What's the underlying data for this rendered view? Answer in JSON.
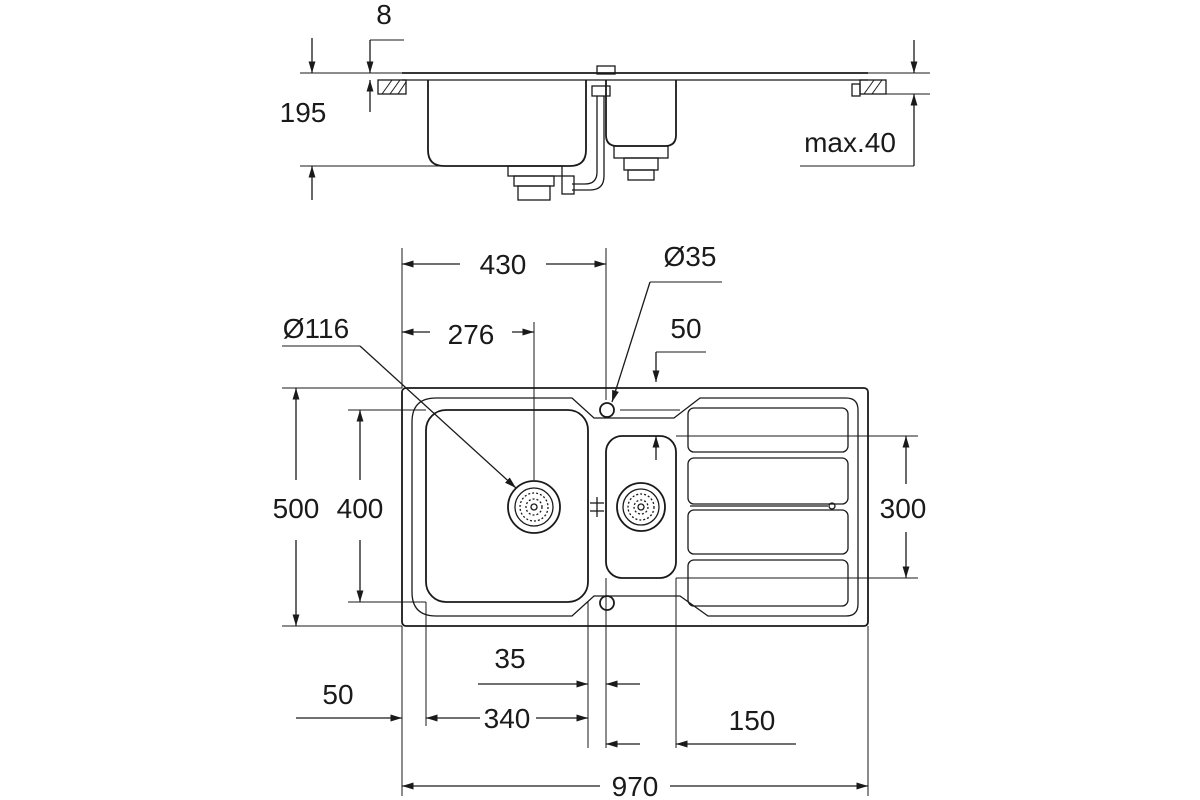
{
  "diagram": {
    "side_view": {
      "flange_thickness": "8",
      "depth": "195",
      "worktop_max": "max.40"
    },
    "top_view": {
      "main_bowl_width": "430",
      "tap_hole_diameter": "Ø35",
      "waste_diameter": "Ø116",
      "waste_offset": "276",
      "small_bowl_offset": "50",
      "overall_depth": "500",
      "main_bowl_depth": "400",
      "small_bowl_depth": "300",
      "bowl_gap": "35",
      "edge_offset": "50",
      "main_bowl_inner_width": "340",
      "small_bowl_width": "150",
      "overall_width": "970"
    }
  }
}
